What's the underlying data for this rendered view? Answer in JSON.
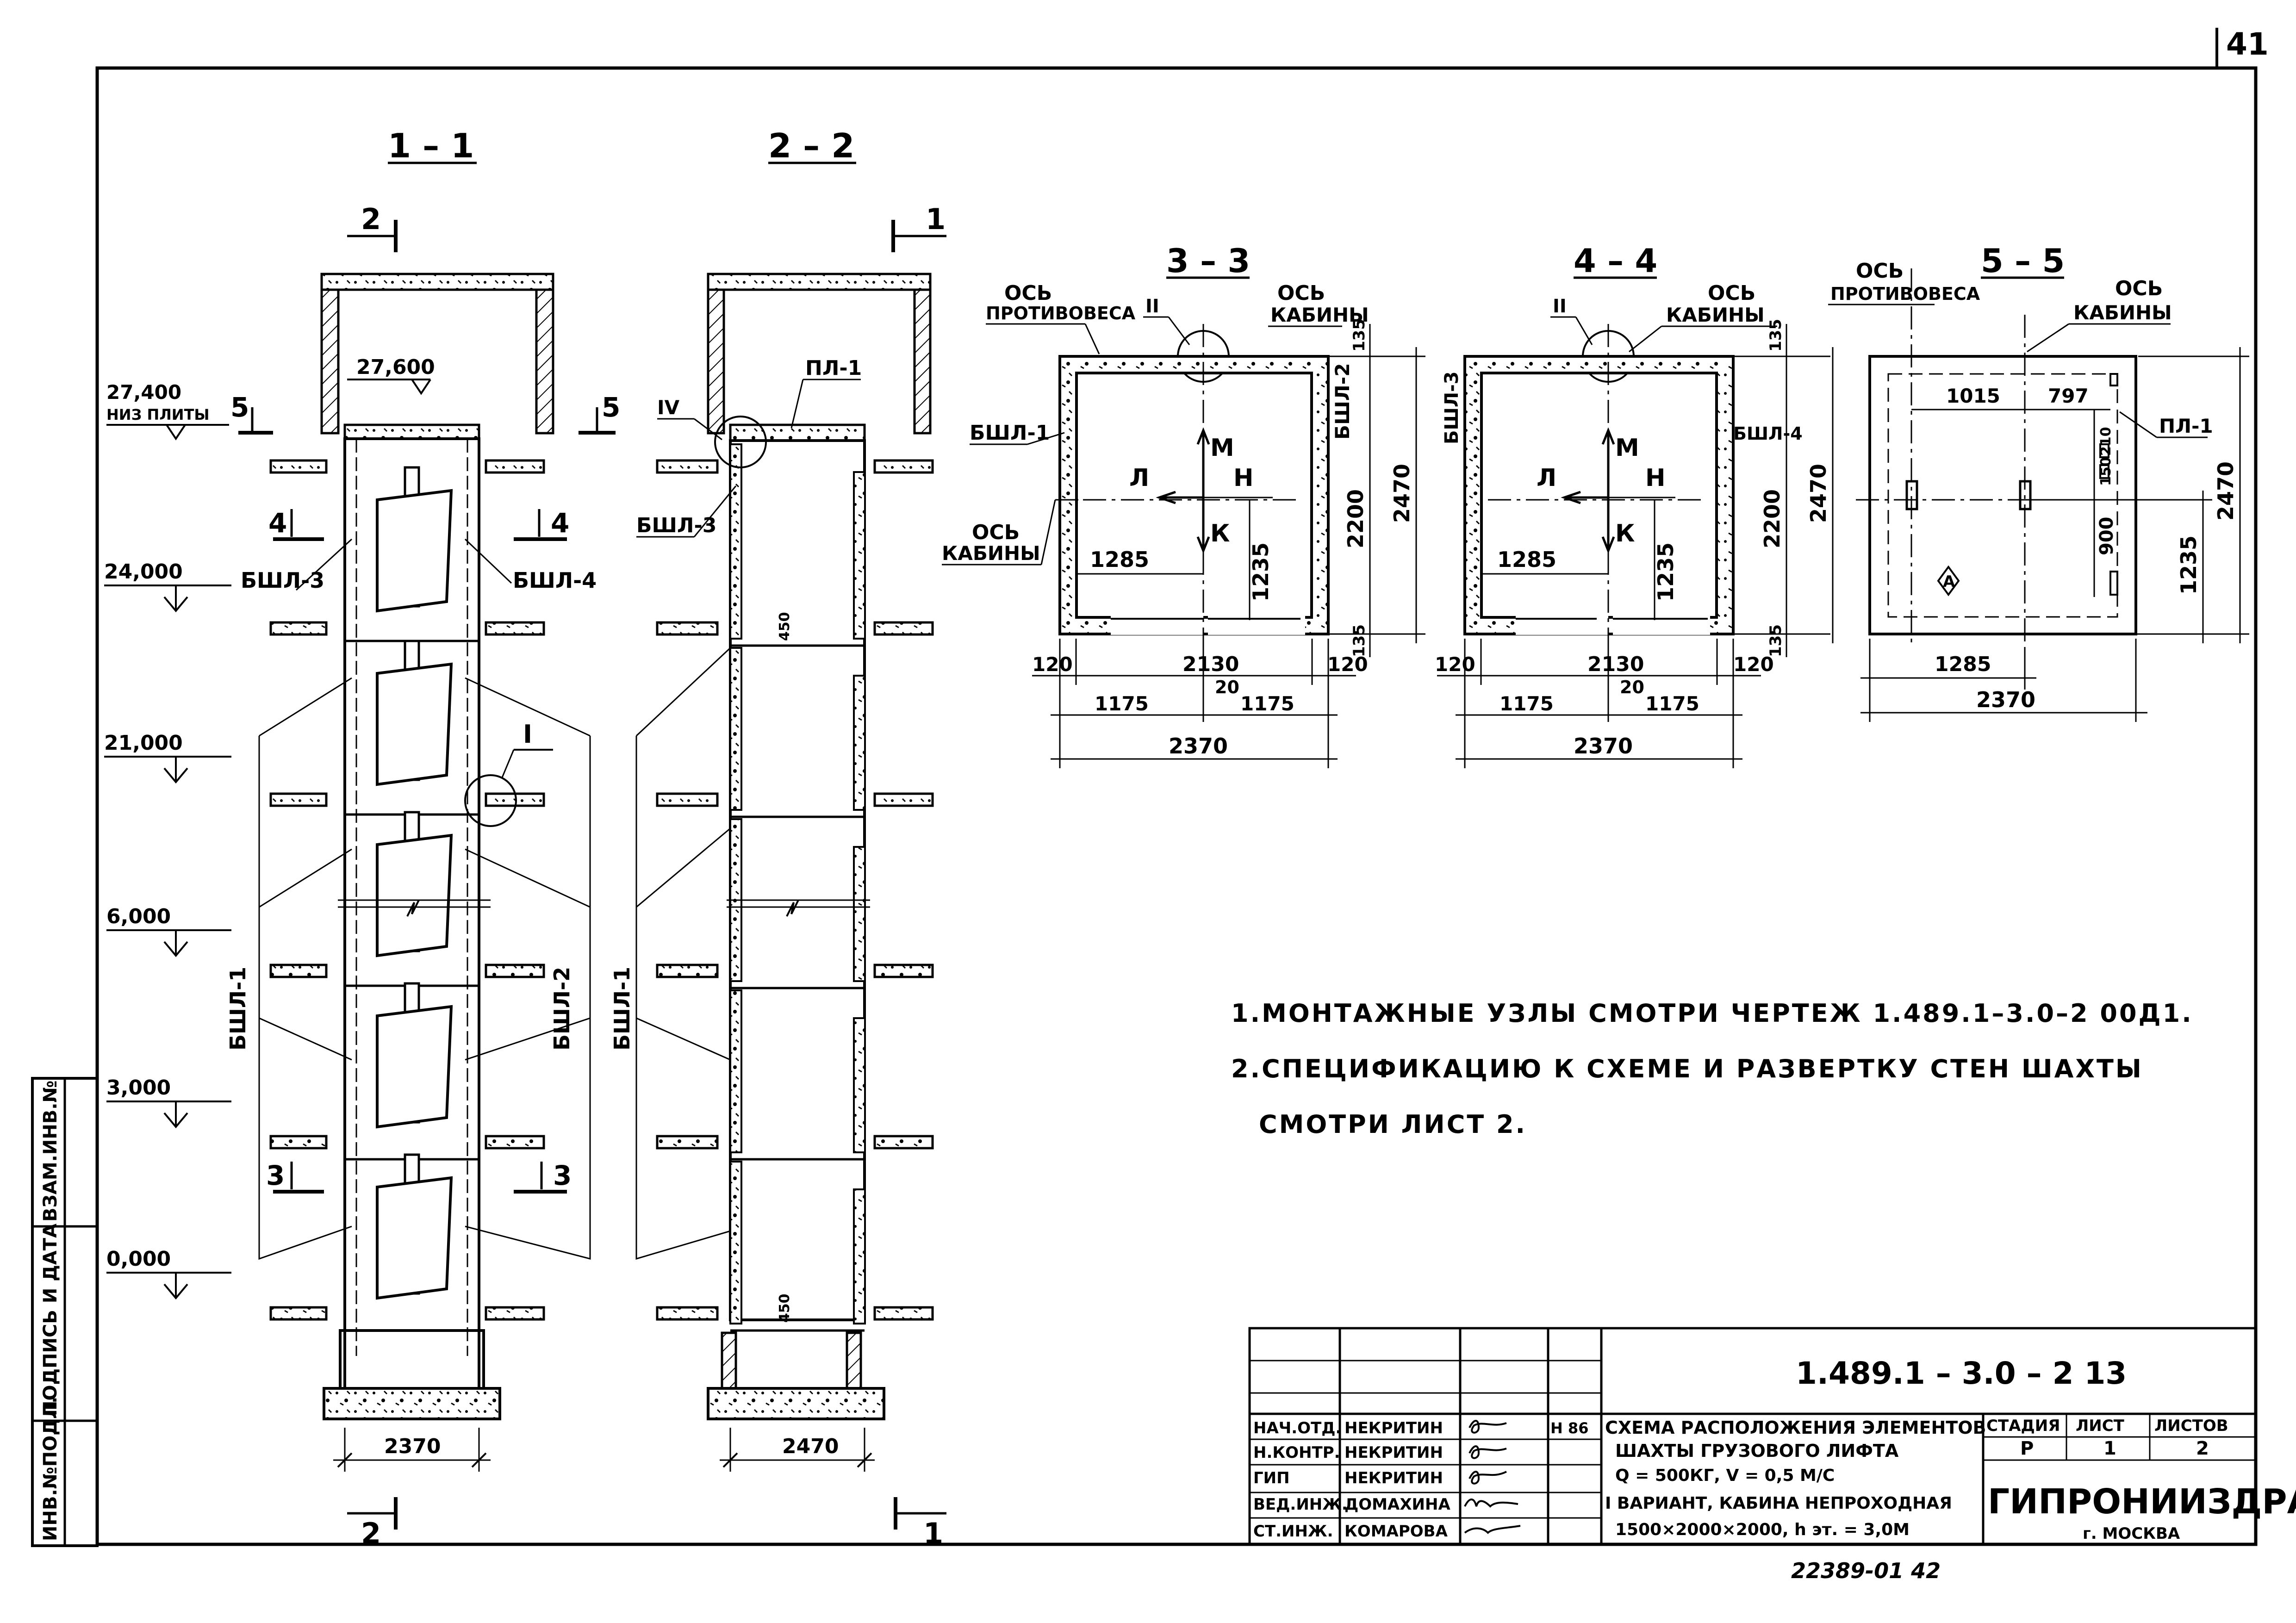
{
  "sheet_number": "41",
  "sections": {
    "s11": {
      "title": "1 – 1",
      "width_dim": "2370",
      "cut_top": "2",
      "cut_bottom": "2",
      "cut_right": "5",
      "cut_left": "5",
      "mark_4": "4",
      "mark_3": "3",
      "detail_I": "I",
      "roof_level": "27,600",
      "labels": {
        "bshl3": "БШЛ-3",
        "bshl4": "БШЛ-4",
        "bshl1": "БШЛ-1",
        "bshl2": "БШЛ-2"
      }
    },
    "s22": {
      "title": "2 – 2",
      "width_dim": "2470",
      "cut_top": "1",
      "cut_bottom": "1",
      "detail_IV": "IV",
      "labels": {
        "pl1": "ПЛ-1",
        "bshl3": "БШЛ-3",
        "bshl1": "БШЛ-1"
      },
      "gap_top": "450",
      "gap_bottom": "450"
    },
    "s33": {
      "title": "3 – 3",
      "axis_counter": [
        "ОСЬ",
        "ПРОТИВОВЕСА"
      ],
      "axis_cabin": [
        "ОСЬ",
        "КАБИНЫ"
      ],
      "axis_cabin_left": [
        "ОСЬ",
        "КАБИНЫ"
      ],
      "detail": "II",
      "bshl1": "БШЛ-1",
      "bshl2": "БШЛ-2",
      "arrows": {
        "m": "М",
        "l": "Л",
        "n": "Н",
        "k": "К"
      },
      "dims": {
        "inner_w": "1285",
        "inner_h": "1235",
        "h1": "2200",
        "h2": "2470",
        "t1": "135",
        "t2": "135",
        "w1": "120",
        "w2": "2130",
        "w3": "120",
        "w4": "1175",
        "w5": "20",
        "w6": "1175",
        "w7": "2370"
      }
    },
    "s44": {
      "title": "4 – 4",
      "axis_cabin": [
        "ОСЬ",
        "КАБИНЫ"
      ],
      "detail": "II",
      "bshl3": "БШЛ-3",
      "bshl4": "БШЛ-4",
      "arrows": {
        "m": "М",
        "l": "Л",
        "n": "Н",
        "k": "К"
      },
      "dims": {
        "inner_w": "1285",
        "inner_h": "1235",
        "h1": "2200",
        "h2": "2470",
        "t1": "135",
        "t2": "135",
        "w1": "120",
        "w2": "2130",
        "w3": "120",
        "w4": "1175",
        "w5": "20",
        "w6": "1175",
        "w7": "2370"
      }
    },
    "s55": {
      "title": "5 – 5",
      "axis_counter": [
        "ОСЬ",
        "ПРОТИВОВЕСА"
      ],
      "axis_cabin": [
        "ОСЬ",
        "КАБИНЫ"
      ],
      "pl1": "ПЛ-1",
      "symbol": "А",
      "dims": {
        "d1": "1015",
        "d2": "797",
        "d3": "150",
        "d4": "210",
        "d5": "900",
        "d6": "1235",
        "d7": "2470",
        "d8": "1285",
        "d9": "2370"
      }
    }
  },
  "levels": [
    {
      "value": "27,400",
      "note": "НИЗ ПЛИТЫ"
    },
    {
      "value": "24,000"
    },
    {
      "value": "21,000"
    },
    {
      "value": "6,000"
    },
    {
      "value": "3,000"
    },
    {
      "value": "0,000"
    }
  ],
  "notes": [
    "1.МОНТАЖНЫЕ УЗЛЫ СМОТРИ ЧЕРТЕЖ 1.489.1–3.0–2 00Д1.",
    "2.СПЕЦИФИКАЦИЮ К СХЕМЕ И РАЗВЕРТКУ СТЕН ШАХТЫ",
    "СМОТРИ ЛИСТ 2."
  ],
  "stamp": {
    "code": "1.489.1 – 3.0 – 2 13",
    "roles": [
      {
        "role": "НАЧ.ОТД.",
        "name": "НЕКРИТИН"
      },
      {
        "role": "Н.КОНТР.",
        "name": "НЕКРИТИН"
      },
      {
        "role": "ГИП",
        "name": "НЕКРИТИН"
      },
      {
        "role": "ВЕД.ИНЖ.",
        "name": "ДОМАХИНА"
      },
      {
        "role": "СТ.ИНЖ.",
        "name": "КОМАРОВА"
      }
    ],
    "date": "Н 86",
    "title_lines": [
      "СХЕМА РАСПОЛОЖЕНИЯ ЭЛЕМЕНТОВ",
      "ШАХТЫ ГРУЗОВОГО ЛИФТА",
      "Q = 500КГ, V = 0,5 М/С",
      "I ВАРИАНТ, КАБИНА НЕПРОХОДНАЯ",
      "1500×2000×2000, h эт. = 3,0М"
    ],
    "stage_label": "СТАДИЯ",
    "sheet_label": "ЛИСТ",
    "sheets_label": "ЛИСТОВ",
    "stage": "Р",
    "sheet": "1",
    "sheets": "2",
    "org": "ГИПРОНИИЗДРАВ",
    "city": "г. МОСКВА"
  },
  "side_stamp": [
    "ИНВ.№ПОДЛ.",
    "ПОДПИСЬ И ДАТА",
    "ВЗАМ.ИНВ.№"
  ],
  "bottom_note": "22389-01   42"
}
